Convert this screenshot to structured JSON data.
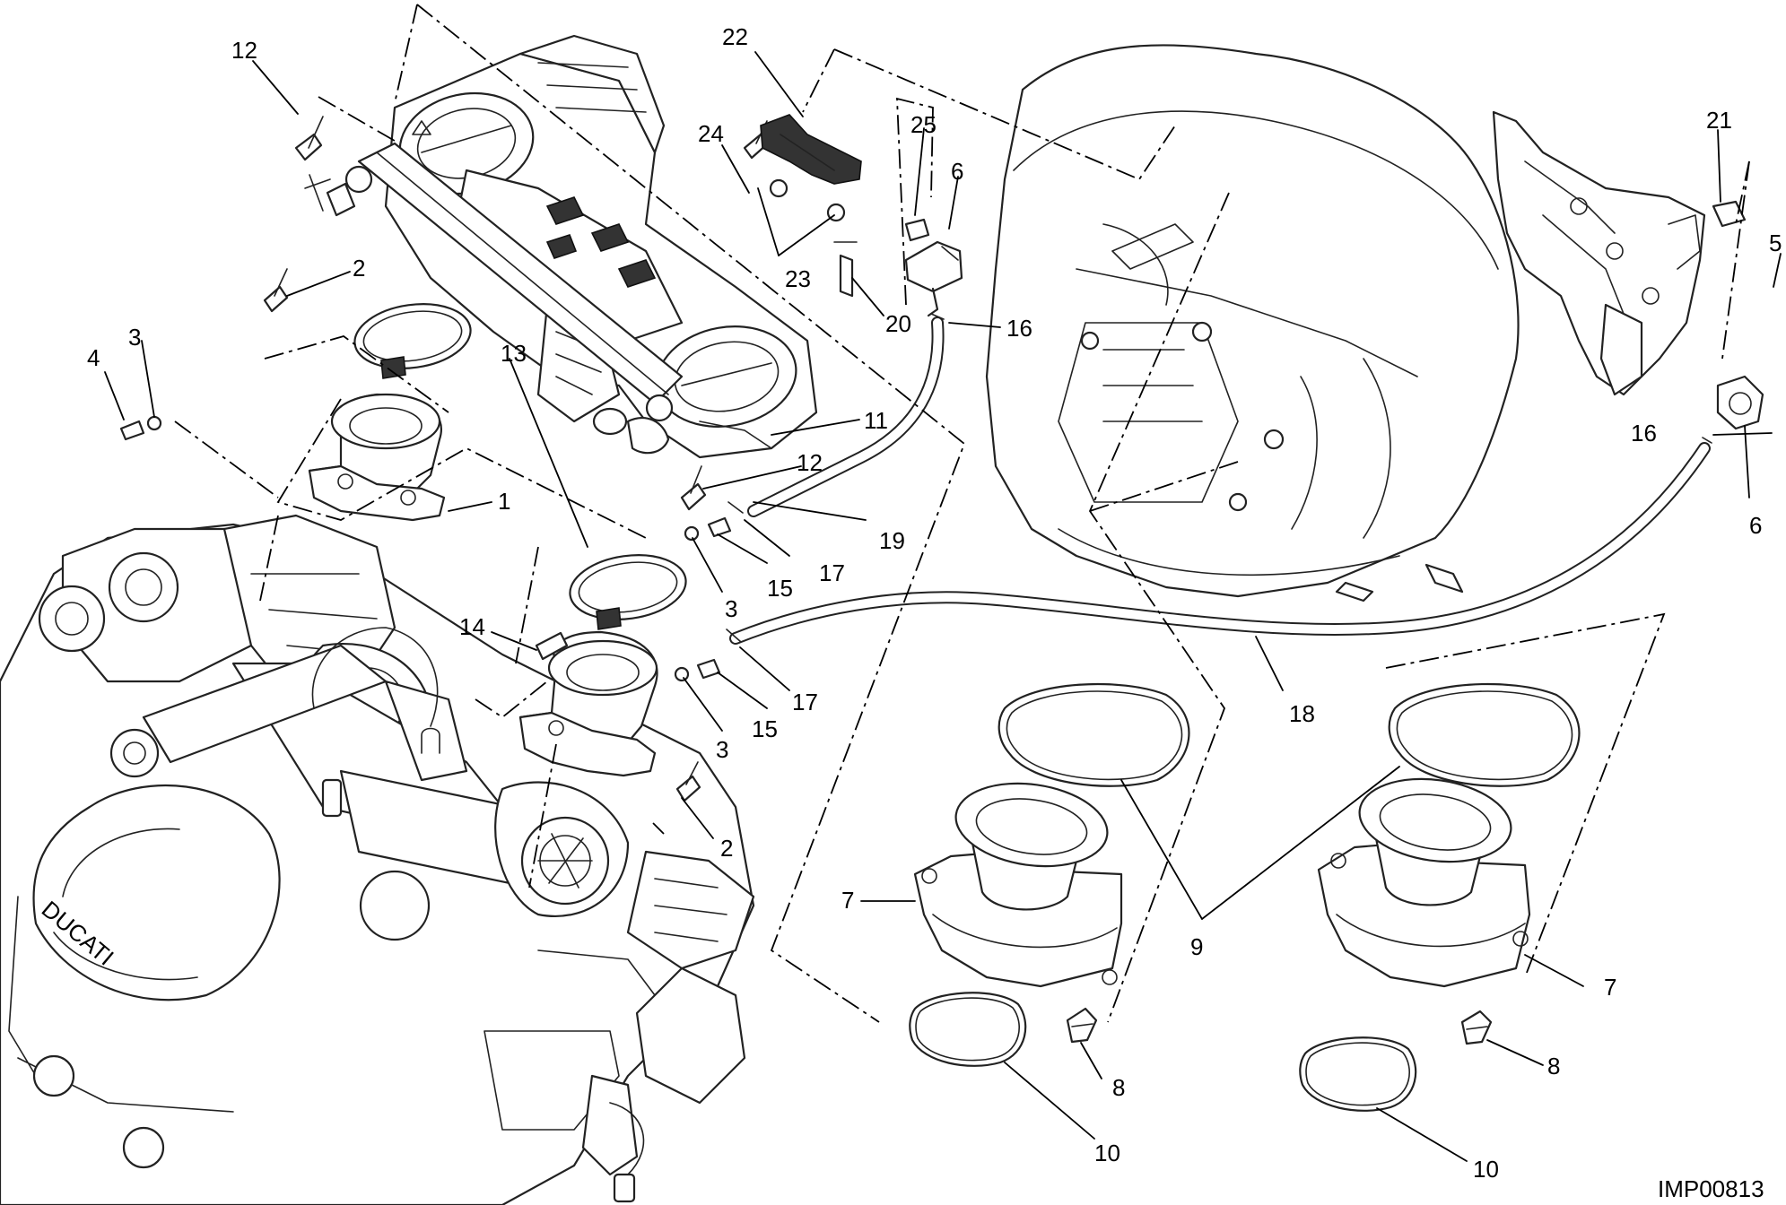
{
  "callouts": {
    "c12a": "12",
    "c22": "22",
    "c24": "24",
    "c25": "25",
    "c6a": "6",
    "c21": "21",
    "c5": "5",
    "c2a": "2",
    "c23": "23",
    "c20": "20",
    "c16a": "16",
    "c3a": "3",
    "c4": "4",
    "c13": "13",
    "c11": "11",
    "c16b": "16",
    "c12b": "12",
    "c6b": "6",
    "c1": "1",
    "c19": "19",
    "c17a": "17",
    "c15a": "15",
    "c3b": "3",
    "c14": "14",
    "c17b": "17",
    "c15b": "15",
    "c18": "18",
    "c3c": "3",
    "c2b": "2",
    "c7a": "7",
    "c9": "9",
    "c7b": "7",
    "c8a": "8",
    "c8b": "8",
    "c10a": "10",
    "c10b": "10"
  },
  "drawing_code": "IMP00813"
}
